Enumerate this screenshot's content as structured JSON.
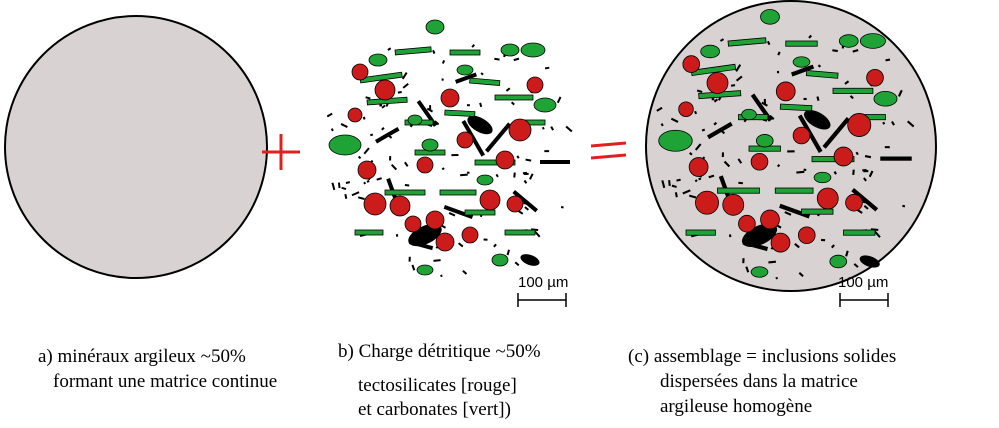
{
  "colors": {
    "matrix_fill": "#d8d2d2",
    "outline": "#000000",
    "red_particles": "#cc1b1b",
    "green_particles": "#1fa236",
    "operator": "#e0201e"
  },
  "operators": {
    "plus": "+",
    "equals": "="
  },
  "scale_bars": {
    "b": "100 µm",
    "c": "100 µm"
  },
  "captions": {
    "a": {
      "line1": "a) minéraux argileux ~50%",
      "line2": "formant une matrice continue"
    },
    "b": {
      "line1": "b) Charge détritique ~50%",
      "line2": "tectosilicates [rouge]",
      "line3": "et carbonates [vert])"
    },
    "c": {
      "line1": "(c) assemblage  = inclusions solides",
      "line2": "dispersées    dans    la    matrice",
      "line3": "argileuse homogène"
    }
  }
}
